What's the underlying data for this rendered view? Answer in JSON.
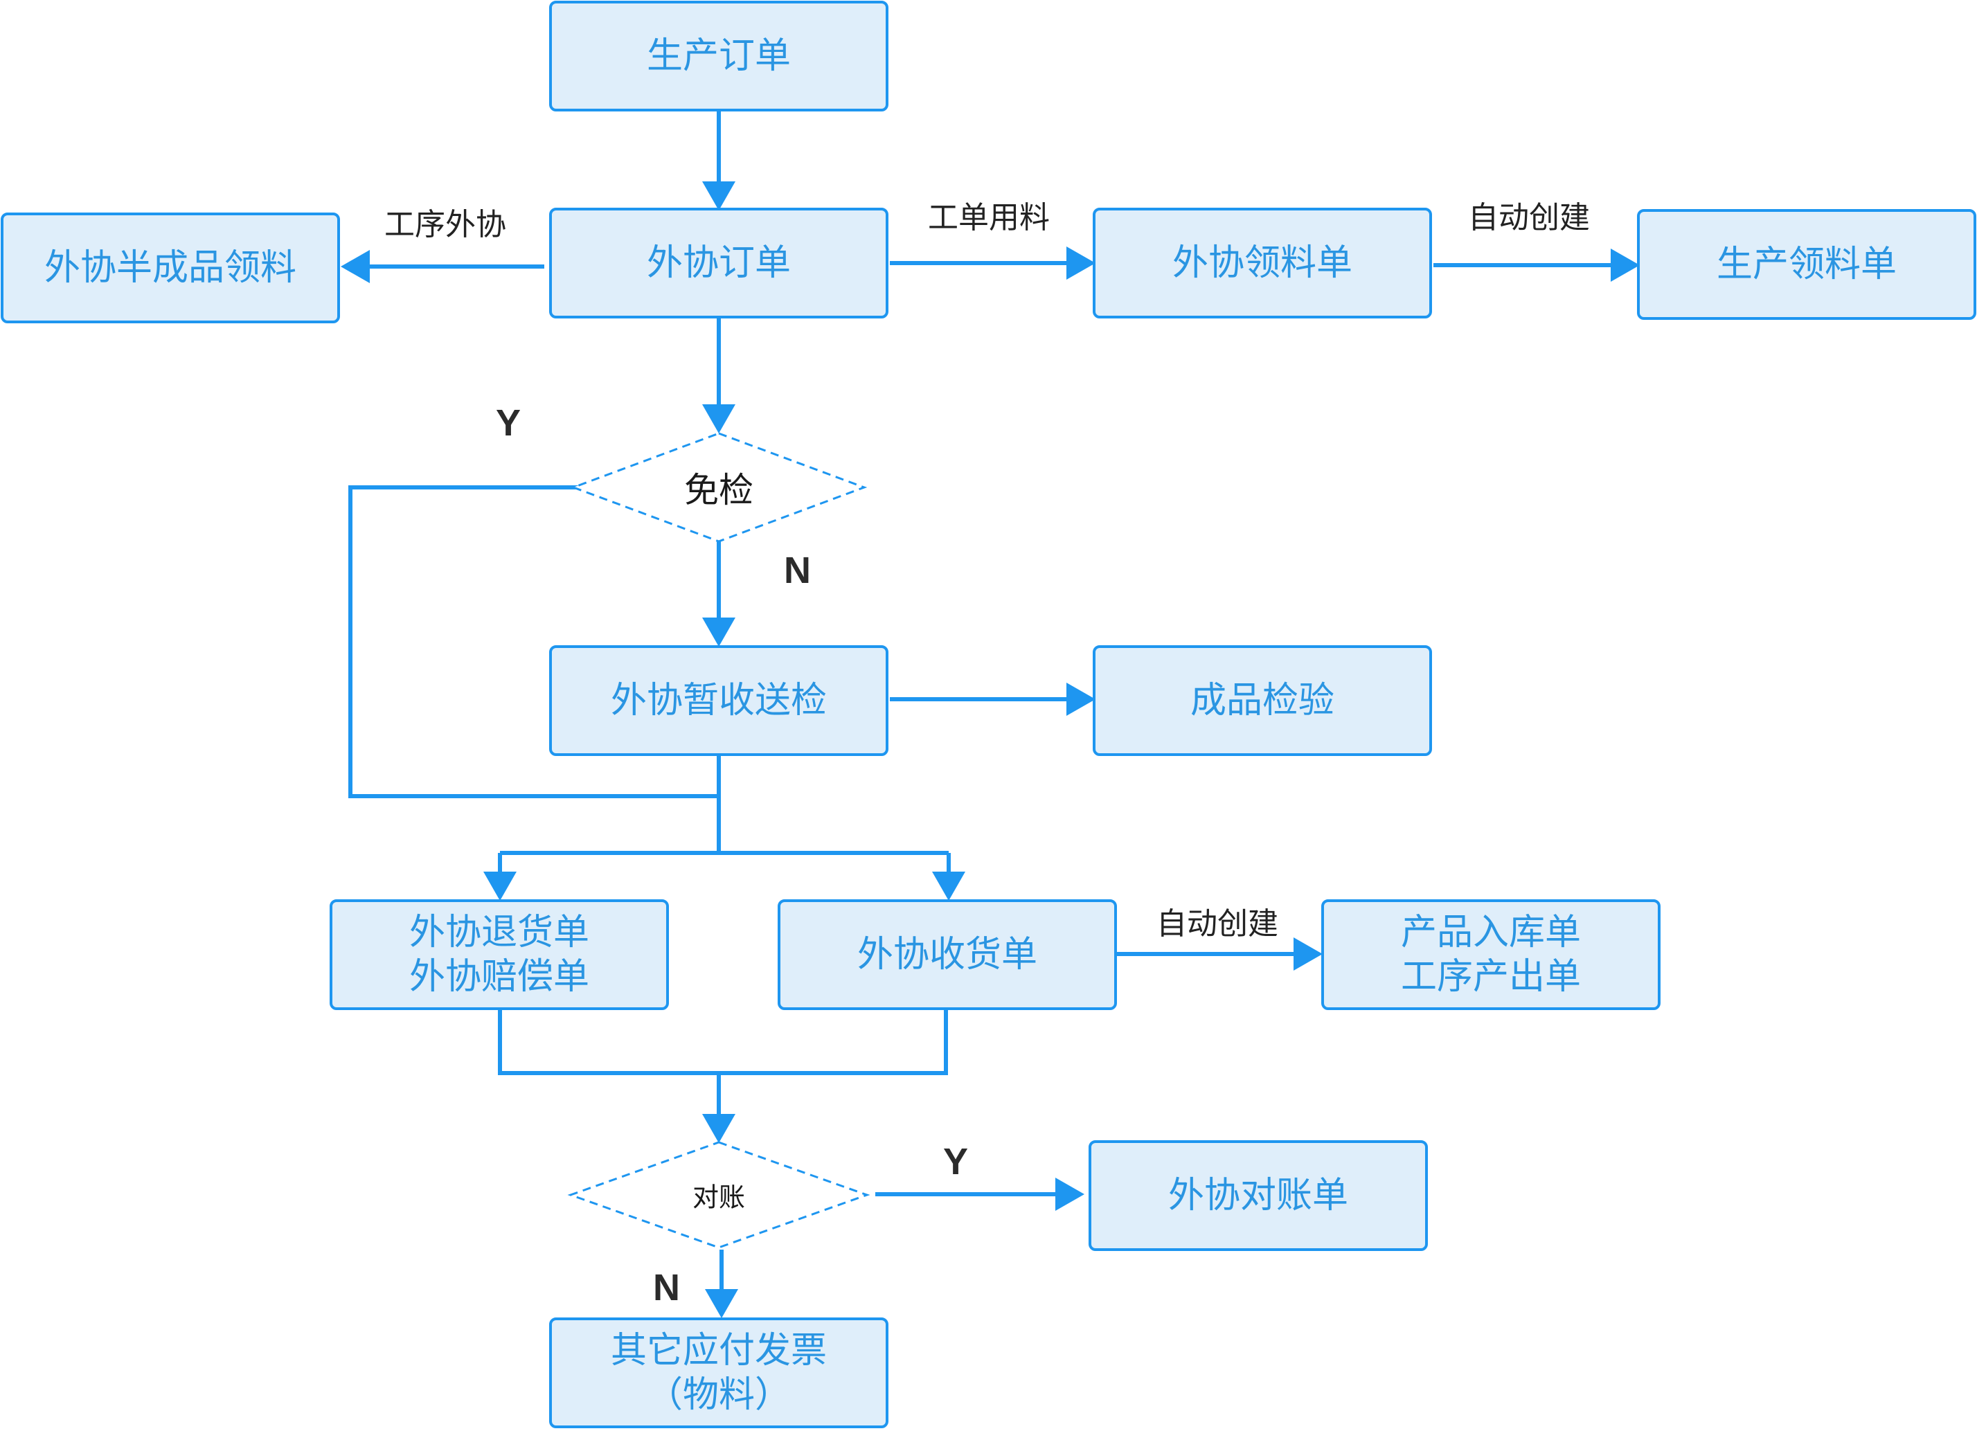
{
  "nodes": {
    "production_order": "生产订单",
    "outsource_order": "外协订单",
    "semi_finished_pick": "外协半成品领料",
    "outsource_pick_list": "外协领料单",
    "production_pick_list": "生产领料单",
    "outsource_temp_receipt": "外协暂收送检",
    "finished_inspection": "成品检验",
    "outsource_return_line1": "外协退货单",
    "outsource_return_line2": "外协赔偿单",
    "outsource_receipt": "外协收货单",
    "product_warehouse_line1": "产品入库单",
    "product_warehouse_line2": "工序产出单",
    "outsource_statement": "外协对账单",
    "other_payable_line1": "其它应付发票",
    "other_payable_line2": "（物料）"
  },
  "decisions": {
    "inspection_exempt": "免检",
    "reconcile": "对账"
  },
  "edge_labels": {
    "process_outsource": "工序外协",
    "work_order_material": "工单用料",
    "auto_create_1": "自动创建",
    "auto_create_2": "自动创建",
    "yes_exempt": "Y",
    "no_exempt": "N",
    "yes_reconcile": "Y",
    "no_reconcile": "N"
  },
  "colors": {
    "box_fill": "#dfeefa",
    "box_border": "#1e96f0",
    "box_text": "#2a95e2",
    "connector": "#1e96f0",
    "decision_border": "#1e96f0"
  }
}
